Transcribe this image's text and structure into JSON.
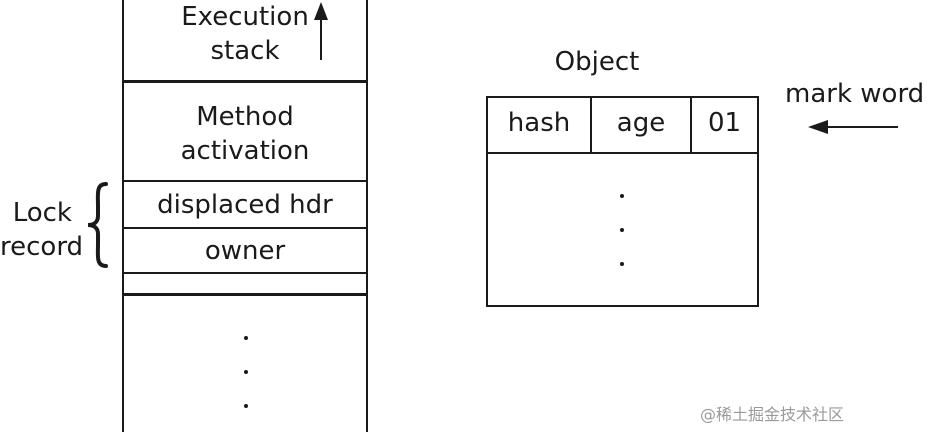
{
  "stack": {
    "execution_stack_line1": "Execution",
    "execution_stack_line2": "stack",
    "method_activation_line1": "Method",
    "method_activation_line2": "activation",
    "displaced_hdr": "displaced hdr",
    "owner": "owner",
    "lock_record_line1": "Lock",
    "lock_record_line2": "record"
  },
  "object": {
    "title": "Object",
    "fields": [
      "hash",
      "age",
      "01"
    ],
    "mark_word_label": "mark word"
  },
  "watermark": "@稀土掘金技术社区",
  "icons": [
    "up-arrow-icon",
    "left-arrow-icon",
    "curly-brace-icon"
  ]
}
